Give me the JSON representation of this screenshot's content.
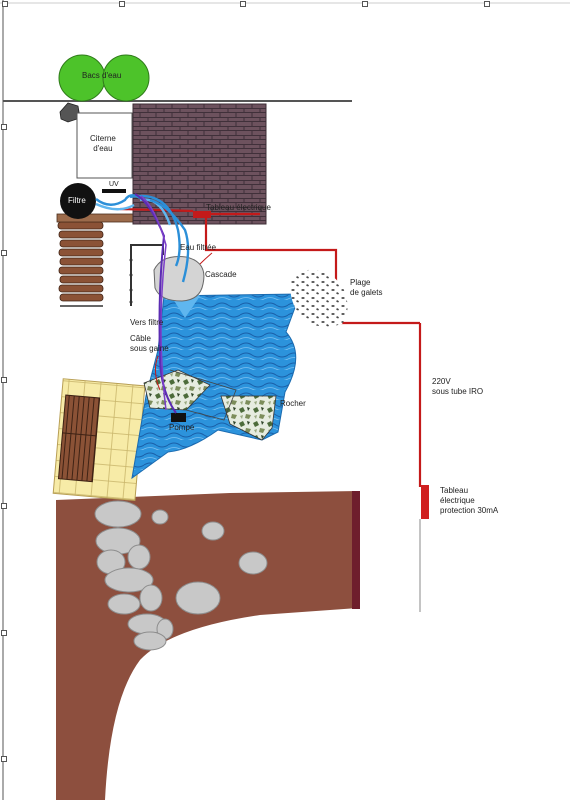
{
  "labels": {
    "bacs": "Bacs d'eau",
    "citerne": "Citerne\nd'eau",
    "filtre": "Filtre",
    "uv": "UV",
    "tableau_top": "Tableau électrique",
    "eau_filtree": "Eau filtrée",
    "cascade": "Cascade",
    "plage": "Plage\nde galets",
    "vers_filtre": "Vers filtre",
    "cable": "Câble\nsous gaine",
    "rocher": "Rocher",
    "pompe": "Pompe",
    "ligne_220": "220V\nsous tube IRO",
    "tableau_bas": "Tableau\nélectrique\nprotection 30mA"
  },
  "colors": {
    "water": "#2b8fd8",
    "wall": "#6a4e5a",
    "ground": "#8f4f3e",
    "barrel": "#4dc32a",
    "cable": "#c41a1a"
  }
}
